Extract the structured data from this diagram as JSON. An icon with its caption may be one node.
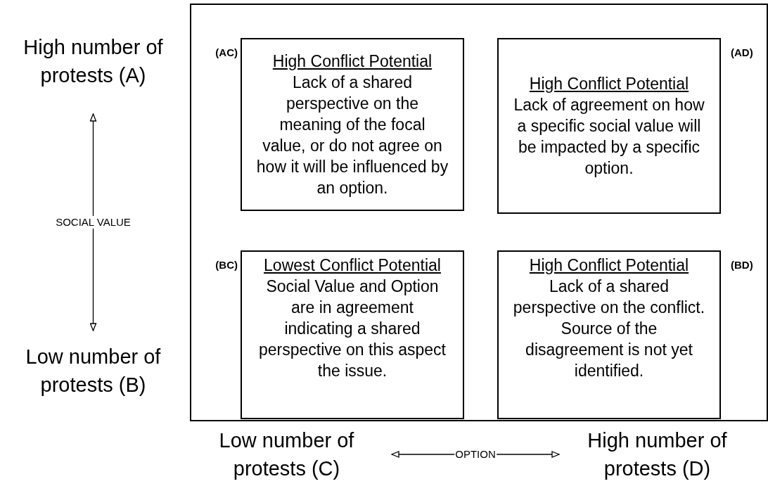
{
  "diagram": {
    "nodes": [
      {
        "text": [],
        "shape": "box"
      },
      {
        "text": [
          "High Conflict Potential",
          "Lack of a shared perspective on the meaning of the focal value, or do not agree on how it will be influenced by an option."
        ],
        "in": 0,
        "beside": [
          "(AC)"
        ]
      },
      {
        "text": [
          "High Conflict Potential",
          "Lack of agreement on how a specific social value will be impacted by a specific option."
        ],
        "in": 0,
        "beside": [
          "(AD)"
        ]
      },
      {
        "text": [
          "Lowest Conflict Potential",
          "Social Value and Option are in agreement indicating a shared perspective on this aspect the issue."
        ],
        "in": 0,
        "beside": [
          "(BC)"
        ]
      },
      {
        "text": [
          "High Conflict Potential",
          "Lack of a shared perspective on the conflict. Source of the disagreement is not yet identified."
        ],
        "in": 0,
        "beside": [
          "(BD)"
        ]
      },
      {
        "text": [
          "High number of protests (A)"
        ]
      },
      {
        "text": [
          "Low number of protests (B)"
        ]
      },
      {
        "text": [
          "Low number of protests (C)"
        ]
      },
      {
        "text": [
          "High number of protests (D)"
        ]
      }
    ],
    "edges": [
      {
        "from": 5,
        "to": 6,
        "arrow": "both",
        "label": "SOCIAL VALUE"
      },
      {
        "from": 7,
        "to": 8,
        "arrow": "both",
        "label": "OPTION"
      }
    ]
  }
}
